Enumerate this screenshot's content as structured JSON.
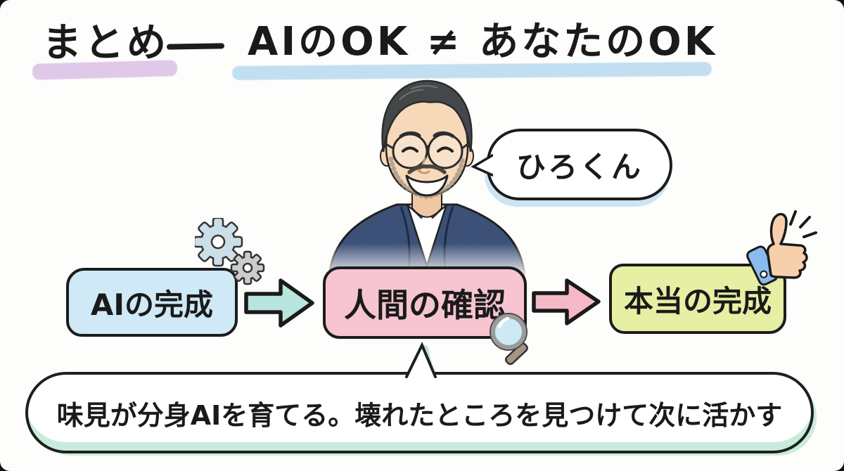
{
  "title": {
    "part1": "まとめ",
    "separator": "—",
    "part2": "AIのOK ≠ あなたのOK",
    "highlight1_color": "#dcbfe5",
    "highlight2_color": "#b7daef"
  },
  "character": {
    "speech_bubble_text": "ひろくん",
    "bubble_shadow_color": "#cde5f3",
    "suit_color": "#3d5178",
    "skin_color": "#f7d9ba",
    "hair_color": "#45484a"
  },
  "flow": {
    "steps": [
      {
        "label": "AIの完成",
        "fill": "#cfe9f6"
      },
      {
        "label": "人間の確認",
        "fill": "#f6c5d1"
      },
      {
        "label": "本当の完成",
        "fill": "#e6efa3"
      }
    ],
    "arrows": [
      {
        "fill": "#b8e5de"
      },
      {
        "fill": "#f4b9c7"
      }
    ]
  },
  "banner": {
    "text": "味見が分身AIを育てる。壊れたところを見つけて次に活かす",
    "accent_color": "#c8ecdb"
  },
  "icons": {
    "gear_large": {
      "name": "gear-icon",
      "color": "#ccdee8"
    },
    "gear_small": {
      "name": "gear-icon",
      "color": "#cccccc"
    },
    "magnifier": {
      "name": "magnifying-glass-icon",
      "lens_color": "#cde9f4"
    },
    "thumbs_up": {
      "name": "thumbs-up-icon",
      "hand_color": "#f7cfad",
      "cuff_color": "#8abbec"
    }
  }
}
